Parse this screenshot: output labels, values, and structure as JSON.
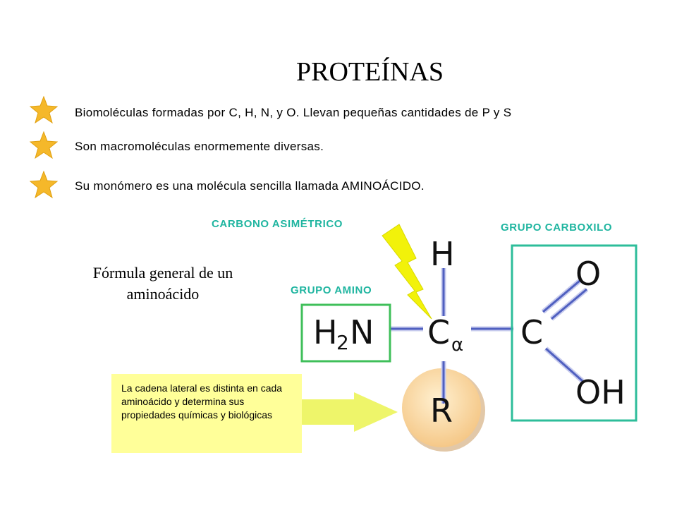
{
  "slide": {
    "title": "PROTEÍNAS",
    "bullets": [
      {
        "icon": "star-icon",
        "text": "Biomoléculas formadas por C, H, N, y O. Llevan pequeñas cantidades de P y S"
      },
      {
        "icon": "star-icon",
        "text": "Son macromoléculas enormemente diversas."
      },
      {
        "icon": "star-icon",
        "text": "Su monómero es una molécula sencilla llamada AMINOÁCIDO."
      }
    ],
    "formula_caption": {
      "line1": "Fórmula general de un",
      "line2": "aminoácido"
    },
    "labels": {
      "carbono": "CARBONO ASIMÉTRICO",
      "amino": "GRUPO AMINO",
      "carboxilo": "GRUPO CARBOXILO"
    },
    "molecule": {
      "h": "H",
      "h2n_h": "H",
      "h2n_sub": "2",
      "h2n_n": "N",
      "c_alpha": "C",
      "alpha": "α",
      "c": "C",
      "o": "O",
      "oh": "OH",
      "r": "R"
    },
    "note": "La cadena lateral es distinta en cada aminoácido y determina sus propiedades químicas y biológicas",
    "colors": {
      "star": "#f5b82a",
      "teal": "#1fb5a0",
      "green_box": "#3fbf5a",
      "teal_box": "#2dbd9a",
      "bond": "#5060c0",
      "note_bg": "#ffff99",
      "arrow": "#eef56a",
      "r_circle": "#fcd9a0",
      "lightning": "#f2f20a"
    }
  }
}
